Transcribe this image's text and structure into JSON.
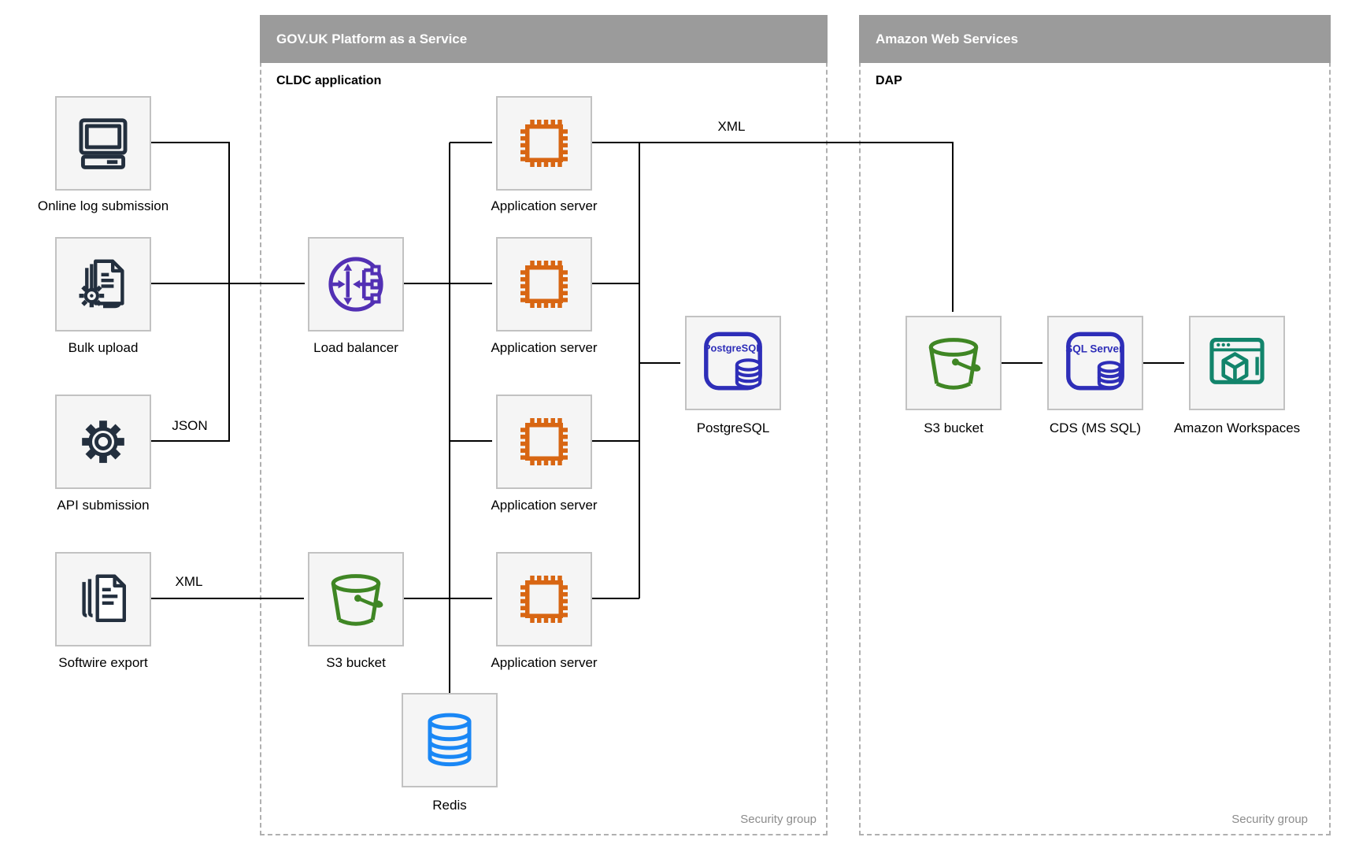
{
  "containers": {
    "paas": {
      "header": "GOV.UK Platform as a Service",
      "sublabel": "CLDC application",
      "footer": "Security group"
    },
    "aws": {
      "header": "Amazon Web Services",
      "sublabel": "DAP",
      "footer": "Security group"
    }
  },
  "nodes": {
    "online_log": {
      "label": "Online log submission"
    },
    "bulk_upload": {
      "label": "Bulk upload"
    },
    "api_submission": {
      "label": "API submission"
    },
    "softwire_export": {
      "label": "Softwire export"
    },
    "load_balancer": {
      "label": "Load balancer"
    },
    "app_server": {
      "label": "Application server"
    },
    "s3_paas": {
      "label": "S3 bucket"
    },
    "postgresql": {
      "label": "PostgreSQL",
      "icon_text": "PostgreSQL"
    },
    "redis": {
      "label": "Redis"
    },
    "s3_aws": {
      "label": "S3 bucket"
    },
    "cds": {
      "label": "CDS (MS SQL)",
      "icon_text": "SQL Server"
    },
    "workspaces": {
      "label": "Amazon Workspaces"
    }
  },
  "edge_labels": {
    "json": "JSON",
    "xml_softwire": "XML",
    "xml_top": "XML"
  },
  "icons": {
    "online_log": "computer-icon",
    "bulk_upload": "document-gear-icon",
    "api_submission": "gear-icon",
    "softwire_export": "documents-stack-icon",
    "load_balancer": "load-balancer-icon",
    "app_server": "chip-icon",
    "s3": "bucket-icon",
    "postgresql": "postgresql-database-icon",
    "redis": "database-cylinder-icon",
    "cds": "sql-server-database-icon",
    "workspaces": "workspaces-window-cube-icon"
  },
  "colors": {
    "header_bg": "#9b9b9b",
    "header_text": "#ffffff",
    "node_fill": "#f5f5f5",
    "node_border": "#c2c2c2",
    "container_border": "#b0b0b0",
    "muted_text": "#8c8c8c",
    "edge": "#000000",
    "navy": "#232f3e",
    "orange": "#d86613",
    "purple": "#5230b4",
    "green": "#3f8624",
    "blue": "#1a87f5",
    "indigo": "#2e2eb8",
    "teal": "#12846b"
  }
}
